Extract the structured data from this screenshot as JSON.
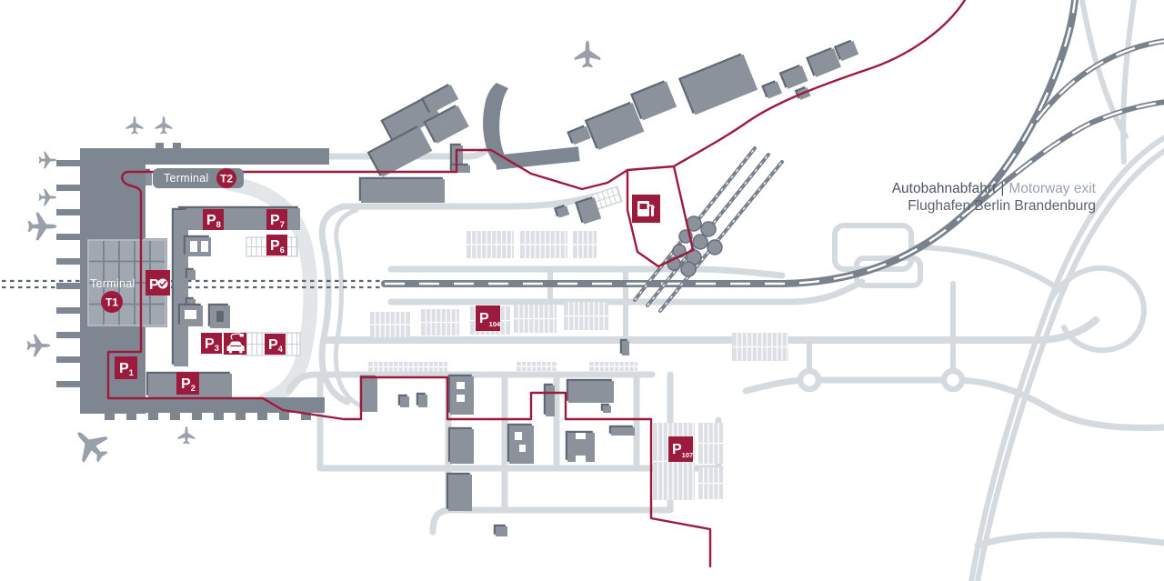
{
  "legend": {
    "motorway_exit_de": "Autobahnabfahrt",
    "divider": "|",
    "motorway_exit_en": "Motorway exit",
    "airport_name": "Flughafen Berlin Brandenburg"
  },
  "terminals": {
    "label": "Terminal",
    "t1": "T1",
    "t2": "T2"
  },
  "parking": {
    "prefix": "P",
    "lots": [
      {
        "sub": "1"
      },
      {
        "sub": "2"
      },
      {
        "sub": "3"
      },
      {
        "sub": "4"
      },
      {
        "sub": "6"
      },
      {
        "sub": "7"
      },
      {
        "sub": "8"
      },
      {
        "sub": "104"
      },
      {
        "sub": "107"
      }
    ]
  },
  "icons": {
    "fuel_station": "fuel-pump-icon",
    "ev_charging": "car-with-plug-icon",
    "parking_booking": "checkmark-circle-icon",
    "aircraft": "airplane-icon"
  },
  "colors": {
    "brand": "#9c1b3c",
    "building": "#8b929c",
    "building_shadow": "#606873",
    "terminal": "#7e8791",
    "road": "#d5dade",
    "road_light": "#e3e6e9",
    "lot": "#dce0e4",
    "rail": "#79828c",
    "plane": "#99a0aa",
    "text_dark": "#4e555f",
    "text_medium": "#5a626d",
    "text_light": "#9ba3ad"
  }
}
